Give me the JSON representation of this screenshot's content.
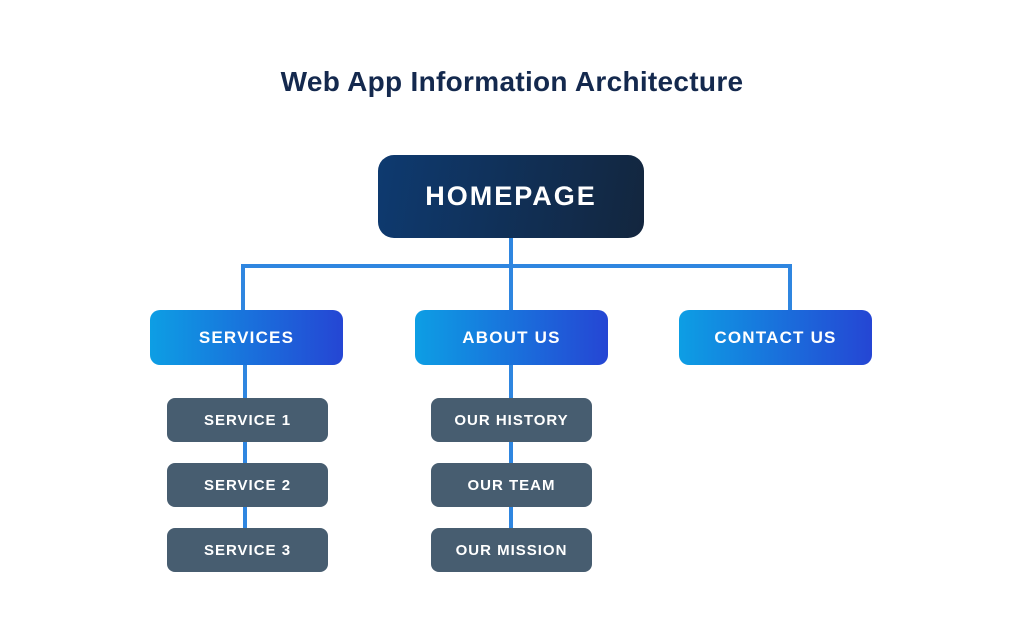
{
  "title": "Web App Information Architecture",
  "colors": {
    "background": "#ffffff",
    "title_text": "#14294e",
    "connector": "#2f86e0",
    "box_text": "#ffffff",
    "root_gradient_start": "#0e3a70",
    "root_gradient_end": "#13263e",
    "level2_gradient_start": "#0d9ee4",
    "level2_gradient_end": "#2546d4",
    "subitem_bg": "#475d70"
  },
  "tree": {
    "root": {
      "label": "HOMEPAGE"
    },
    "branches": [
      {
        "label": "SERVICES",
        "children": [
          "SERVICE 1",
          "SERVICE 2",
          "SERVICE 3"
        ]
      },
      {
        "label": "ABOUT US",
        "children": [
          "OUR HISTORY",
          "OUR TEAM",
          "OUR MISSION"
        ]
      },
      {
        "label": "CONTACT US",
        "children": []
      }
    ]
  }
}
